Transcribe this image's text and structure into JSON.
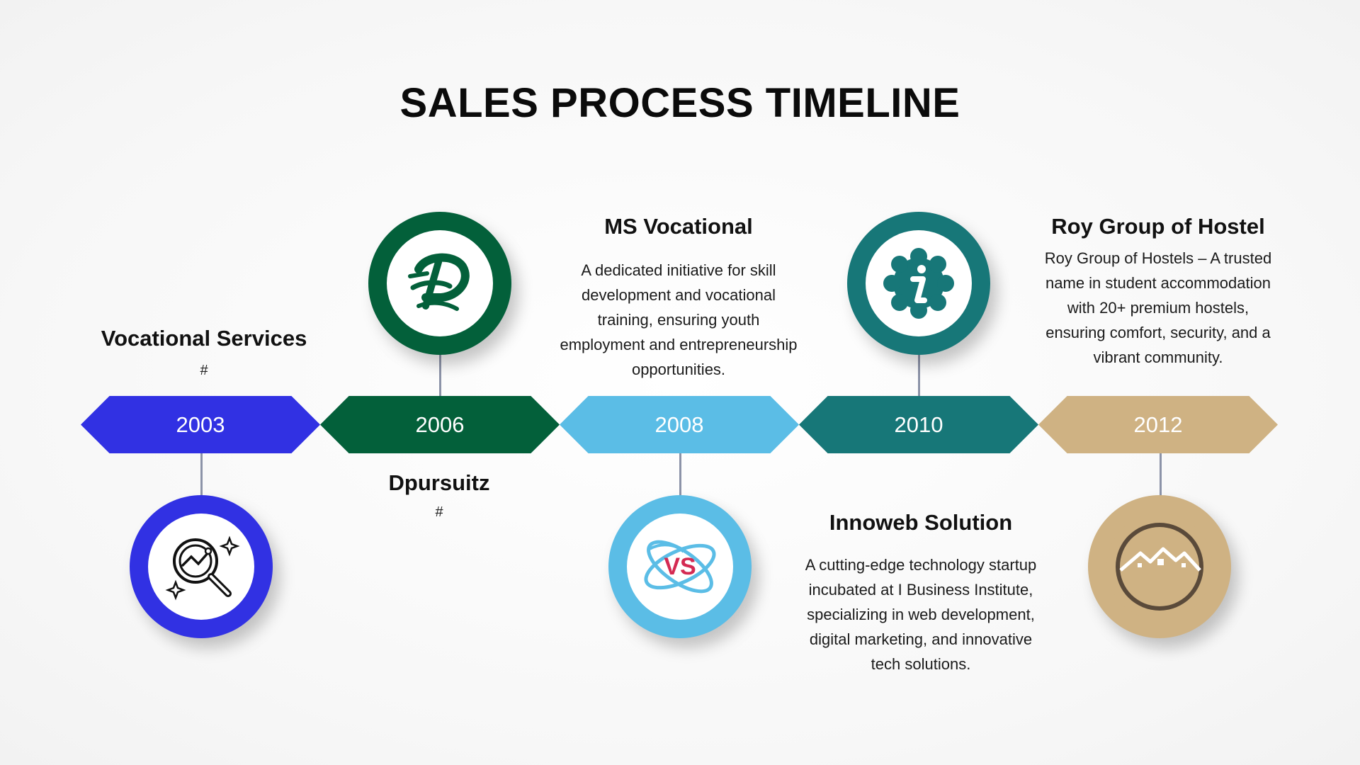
{
  "title": "SALES PROCESS TIMELINE",
  "colors": {
    "blue": "#3131e3",
    "dark_green": "#03603a",
    "light_blue": "#5bbde6",
    "teal": "#177778",
    "tan": "#cfb283",
    "connector": "#8c93a8"
  },
  "milestones": [
    {
      "year": "2003",
      "heading": "Vocational Services",
      "description": "#",
      "icon": "search-analytics-icon"
    },
    {
      "year": "2006",
      "heading": "Dpursuitz",
      "description": "#",
      "icon": "dpursuitz-logo-icon"
    },
    {
      "year": "2008",
      "heading": "MS Vocational",
      "description": "A dedicated initiative for skill development and vocational training, ensuring youth employment and entrepreneurship opportunities.",
      "icon": "vs-logo-icon"
    },
    {
      "year": "2010",
      "heading": "Innoweb Solution",
      "description": "A cutting-edge technology startup incubated at I Business Institute, specializing in web development, digital marketing, and innovative tech solutions.",
      "icon": "info-badge-icon"
    },
    {
      "year": "2012",
      "heading": "Roy Group of Hostel",
      "description": "Roy Group of Hostels – A trusted name in student accommodation with 20+ premium hostels, ensuring comfort, security, and a vibrant community.",
      "icon": "houses-logo-icon"
    }
  ]
}
